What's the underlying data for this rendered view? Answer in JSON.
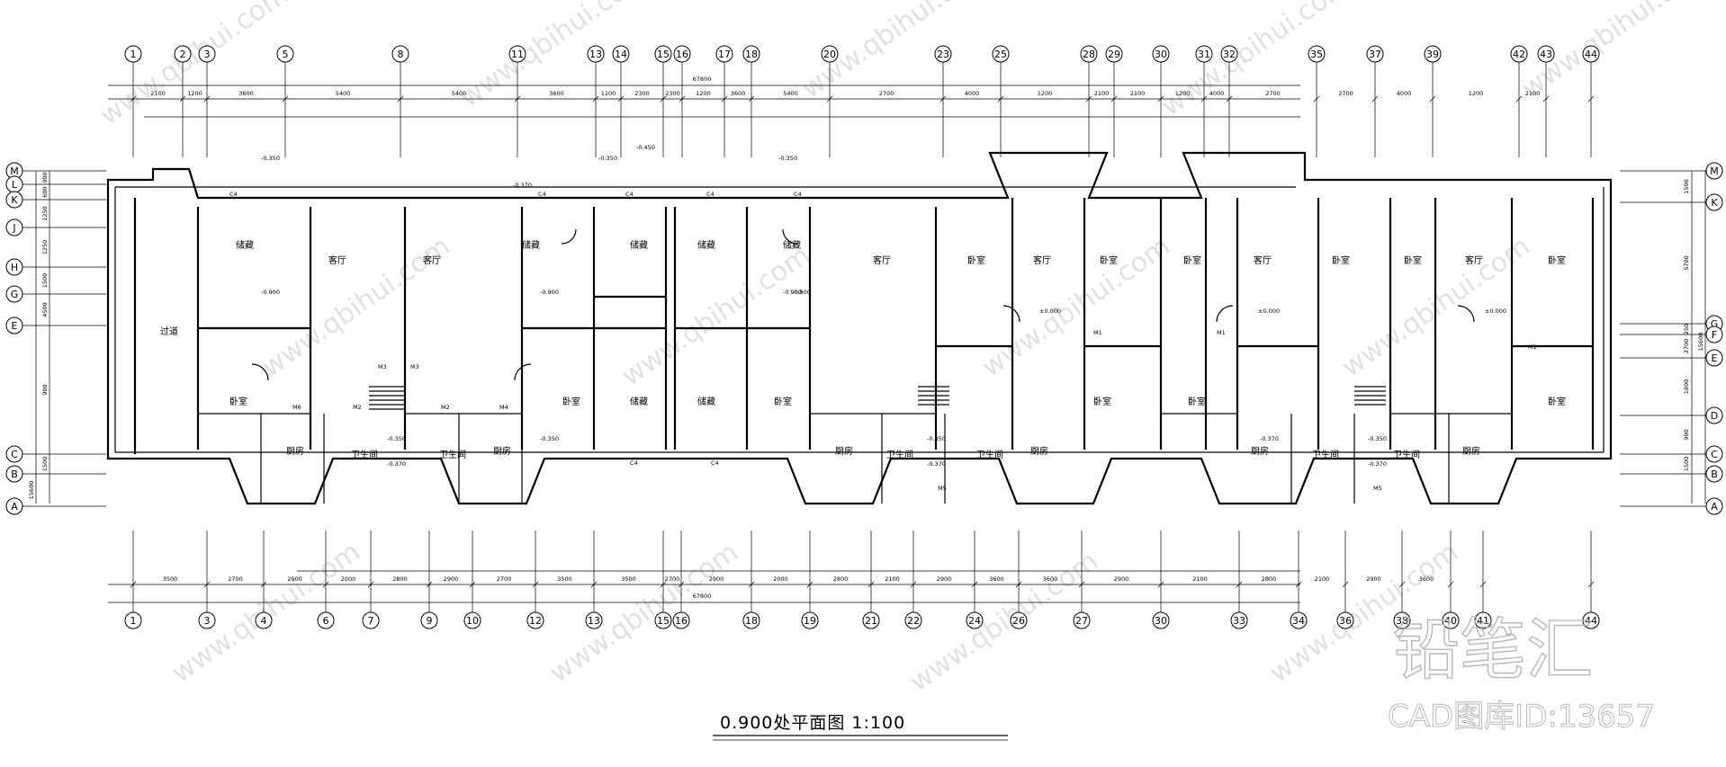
{
  "title": "0.900处平面图 1:100",
  "total_length": "67800",
  "watermark": {
    "logo": "铅笔汇",
    "id_text": "CAD图库ID:13657",
    "site": "www.qbihui.com"
  },
  "axes_top": [
    "1",
    "2",
    "3",
    "5",
    "8",
    "11",
    "13",
    "14",
    "15",
    "16",
    "17",
    "18",
    "20",
    "23",
    "25",
    "28",
    "29",
    "30",
    "31",
    "32",
    "35",
    "37",
    "39",
    "42",
    "43",
    "44"
  ],
  "axes_bottom": [
    "1",
    "3",
    "4",
    "6",
    "7",
    "9",
    "10",
    "12",
    "13",
    "15",
    "16",
    "18",
    "19",
    "21",
    "22",
    "24",
    "26",
    "27",
    "30",
    "33",
    "34",
    "36",
    "38",
    "40",
    "41",
    "44"
  ],
  "axes_left": [
    "M",
    "L",
    "K",
    "J",
    "H",
    "G",
    "E",
    "C",
    "B",
    "A"
  ],
  "axes_right": [
    "M",
    "K",
    "G",
    "F",
    "E",
    "D",
    "C",
    "B",
    "A"
  ],
  "dims_top_main": [
    "2100",
    "1200",
    "3600",
    "5400",
    "5400",
    "3600",
    "1200",
    "2300",
    "2300",
    "1200",
    "3600",
    "5400",
    "2700",
    "4000",
    "1200",
    "2100",
    "2100",
    "1200",
    "4000",
    "2700",
    "2700",
    "4000",
    "1200",
    "2100"
  ],
  "dims_bottom_main": [
    "3500",
    "2700",
    "2900",
    "2000",
    "2800",
    "2900",
    "2700",
    "3500",
    "3500",
    "2700",
    "2900",
    "2000",
    "2800",
    "2100",
    "2900",
    "3600",
    "3600",
    "2900",
    "2100",
    "2800",
    "2100",
    "2900",
    "3600"
  ],
  "dims_left": [
    "900",
    "600",
    "1250",
    "1250",
    "1500",
    "4500",
    "900",
    "1500",
    "15600"
  ],
  "dims_right": [
    "1500",
    "5700",
    "250",
    "2700",
    "1800",
    "900",
    "1500",
    "15600"
  ],
  "rooms": {
    "storage": "储藏",
    "living": "客厅",
    "bedroom": "卧室",
    "kitchen": "厨房",
    "bathroom": "卫生间",
    "corridor": "过道"
  },
  "elevations": [
    "-0.350",
    "-0.370",
    "-0.350",
    "-0.450",
    "-0.350",
    "-0.900",
    "-0.900",
    "-0.900",
    "-0.900",
    "±0.000",
    "±0.000",
    "±0.000",
    "-0.350",
    "-0.370",
    "-0.350",
    "-0.370",
    "-0.350",
    "-0.370",
    "-0.350",
    "-0.370"
  ],
  "door_labels": [
    "M1",
    "M2",
    "M3",
    "M4",
    "M5",
    "M6"
  ],
  "window_labels": [
    "C4"
  ]
}
